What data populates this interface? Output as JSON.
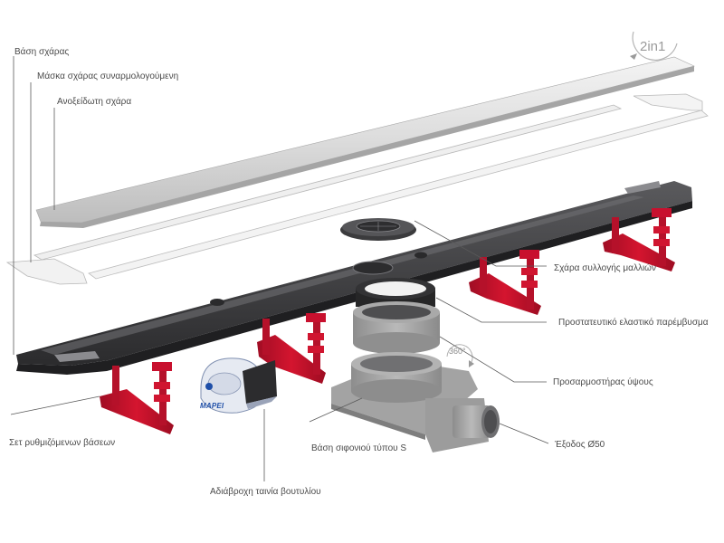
{
  "labels": {
    "grate_base": "Βάση σχάρας",
    "grate_mask": "Μάσκα σχάρας συναρμολογούμενη",
    "stainless_grate": "Ανοξείδωτη σχάρα",
    "hair_grate": "Σχάρα συλλογής μαλλιών",
    "elastic_insert": "Προστατευτικό ελαστικό παρέμβυσμα",
    "height_adapter": "Προσαρμοστήρας ύψους",
    "outlet": "Έξοδος Ø50",
    "siphon_base": "Βάση σιφονιού τύπου S",
    "adjustable_bases": "Σετ ρυθμιζόμενων βάσεων",
    "butyl_tape": "Αδιάβροχη ταινία βουτυλίου"
  },
  "badges": {
    "two_in_one": "2in1",
    "rotation": "360°",
    "brand": "MAPEI"
  },
  "colors": {
    "leader_lines": "#5a5a5a",
    "red_support": "#c8102e",
    "dark_channel": "#3c3c3e",
    "brand_blue": "#1f4fa8"
  }
}
